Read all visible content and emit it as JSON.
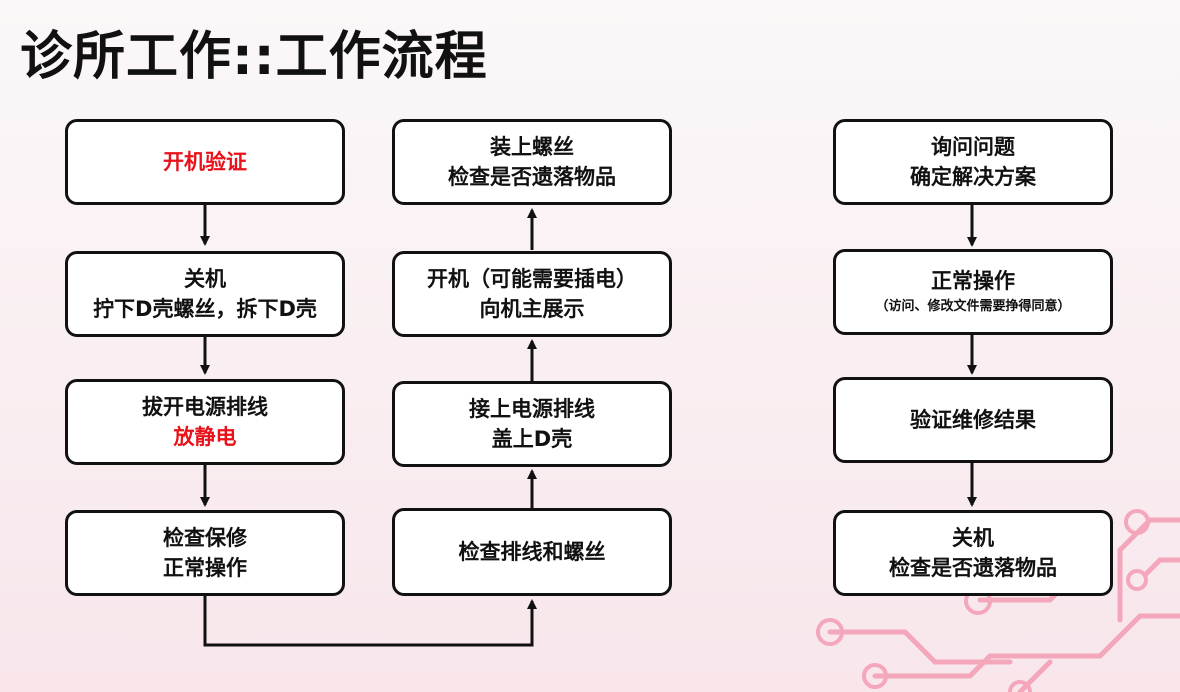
{
  "title": "诊所工作::工作流程",
  "nodes": {
    "b1": {
      "lines": [
        "开机验证"
      ]
    },
    "b2": {
      "lines": [
        "关机",
        "拧下D壳螺丝，拆下D壳"
      ]
    },
    "b3": {
      "lines": [
        "拔开电源排线",
        "放静电"
      ]
    },
    "b4": {
      "lines": [
        "检查保修",
        "正常操作"
      ]
    },
    "m1": {
      "lines": [
        "装上螺丝",
        "检查是否遗落物品"
      ]
    },
    "m2": {
      "lines": [
        "开机（可能需要插电）",
        "向机主展示"
      ]
    },
    "m3": {
      "lines": [
        "接上电源排线",
        "盖上D壳"
      ]
    },
    "m4": {
      "lines": [
        "检查排线和螺丝"
      ]
    },
    "r1": {
      "lines": [
        "询问问题",
        "确定解决方案"
      ]
    },
    "r2": {
      "lines": [
        "正常操作",
        "（访问、修改文件需要挣得同意）"
      ]
    },
    "r3": {
      "lines": [
        "验证维修结果"
      ]
    },
    "r4": {
      "lines": [
        "关机",
        "检查是否遗落物品"
      ]
    }
  },
  "colors": {
    "highlight": "#e8121a",
    "border": "#111111",
    "decor": "#f4a6bb"
  }
}
